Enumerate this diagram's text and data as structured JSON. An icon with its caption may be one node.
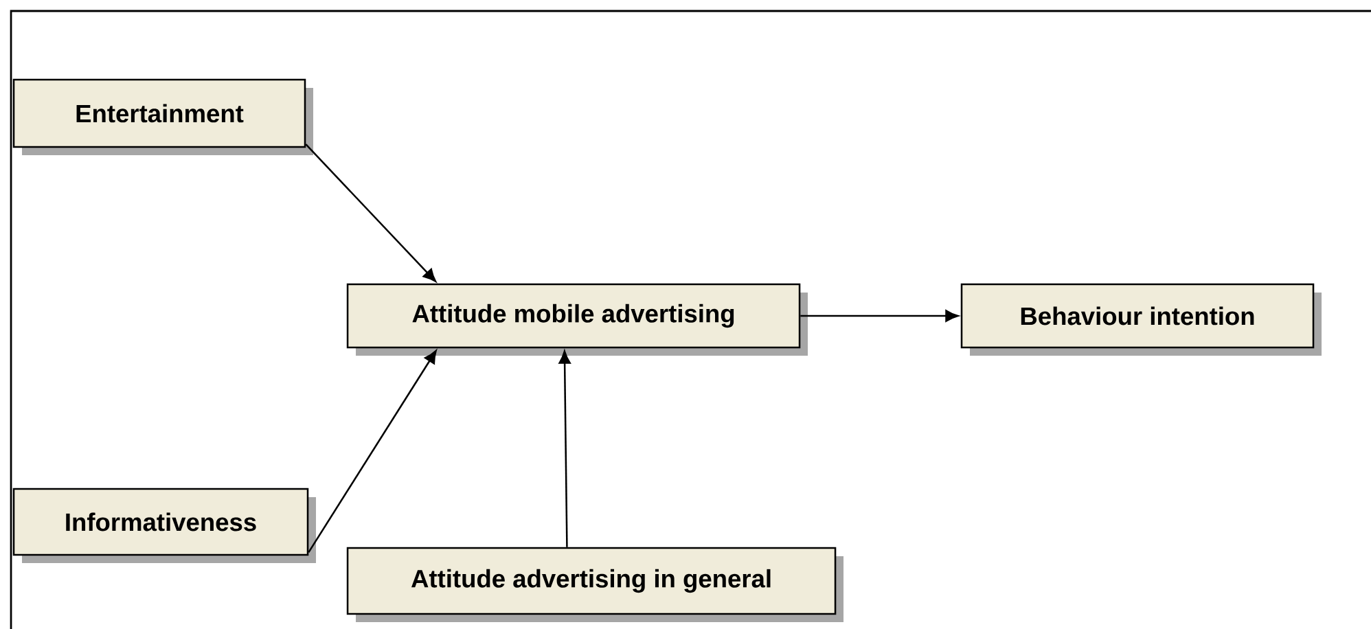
{
  "diagram": {
    "nodes": [
      {
        "text": [
          "Entertainment"
        ]
      },
      {
        "text": [
          "Attitude mobile advertising"
        ]
      },
      {
        "text": [
          "Behaviour intention"
        ]
      },
      {
        "text": [
          "Informativeness"
        ]
      },
      {
        "text": [
          "Attitude advertising in general"
        ]
      }
    ],
    "edges": [
      {
        "from": 0,
        "to": 1,
        "arrow": "to"
      },
      {
        "from": 3,
        "to": 1,
        "arrow": "to"
      },
      {
        "from": 4,
        "to": 1,
        "arrow": "to"
      },
      {
        "from": 1,
        "to": 2,
        "arrow": "to"
      }
    ]
  }
}
